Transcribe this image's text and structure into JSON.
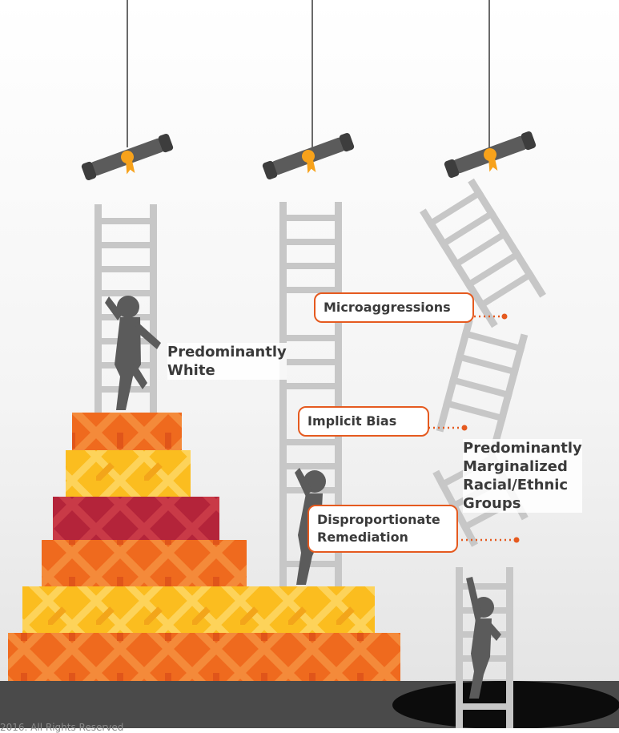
{
  "labels": {
    "white_group": [
      "Predominantly",
      "White"
    ],
    "marginalized_group": [
      "Predominantly",
      "Marginalized",
      "Racial/Ethnic",
      "Groups"
    ]
  },
  "barriers": {
    "microaggressions": "Microaggressions",
    "implicit_bias": "Implicit Bias",
    "remediation": [
      "Disproportionate",
      "Remediation"
    ]
  },
  "footer": "2016. All Rights Reserved",
  "colors": {
    "orange": "#ef6a1e",
    "yellow": "#fbbd1f",
    "crimson": "#b4243a",
    "ladder": "#c7c7c7",
    "figure": "#5b5b5b",
    "ground": "#4a4a4a",
    "border": "#e55a1f"
  },
  "icons": [
    "diploma-scroll-icon",
    "ladder-icon",
    "person-climbing-icon",
    "pit-hole-icon"
  ]
}
